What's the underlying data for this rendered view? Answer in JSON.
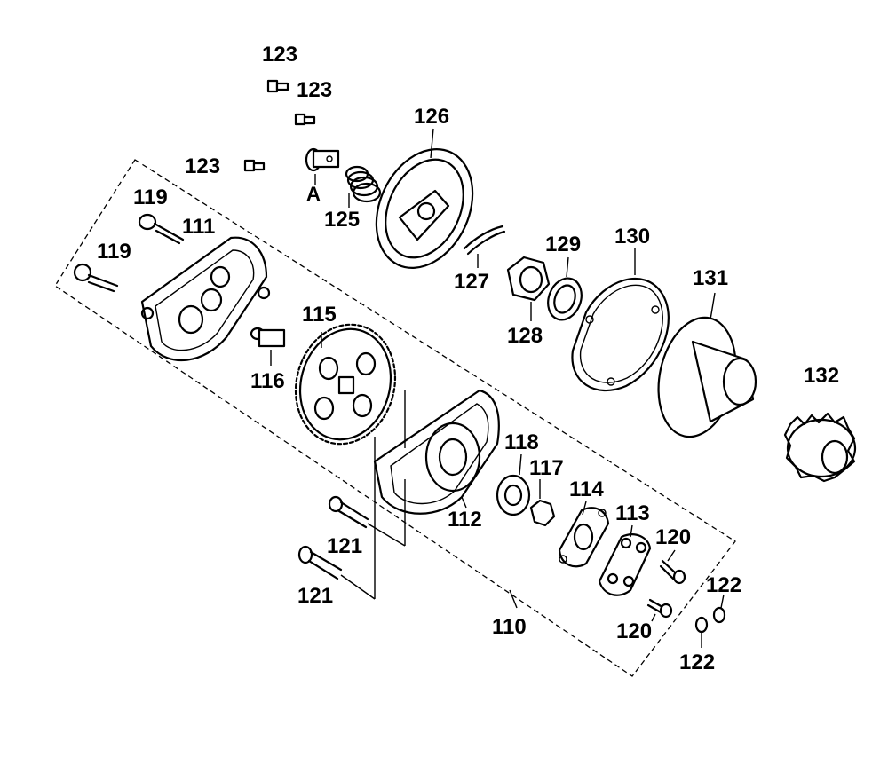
{
  "labels": {
    "p123a": "123",
    "p123b": "123",
    "p123c": "123",
    "pA": "A",
    "p125": "125",
    "p126": "126",
    "p119a": "119",
    "p119b": "119",
    "p111": "111",
    "p115": "115",
    "p116": "116",
    "p127": "127",
    "p129": "129",
    "p130": "130",
    "p131": "131",
    "p128": "128",
    "p132": "132",
    "p118": "118",
    "p117": "117",
    "p112": "112",
    "p114": "114",
    "p113": "113",
    "p120a": "120",
    "p120b": "120",
    "p122a": "122",
    "p122b": "122",
    "p121a": "121",
    "p121b": "121",
    "p110": "110"
  },
  "colors": {
    "ink": "#000000",
    "paper": "#ffffff"
  }
}
